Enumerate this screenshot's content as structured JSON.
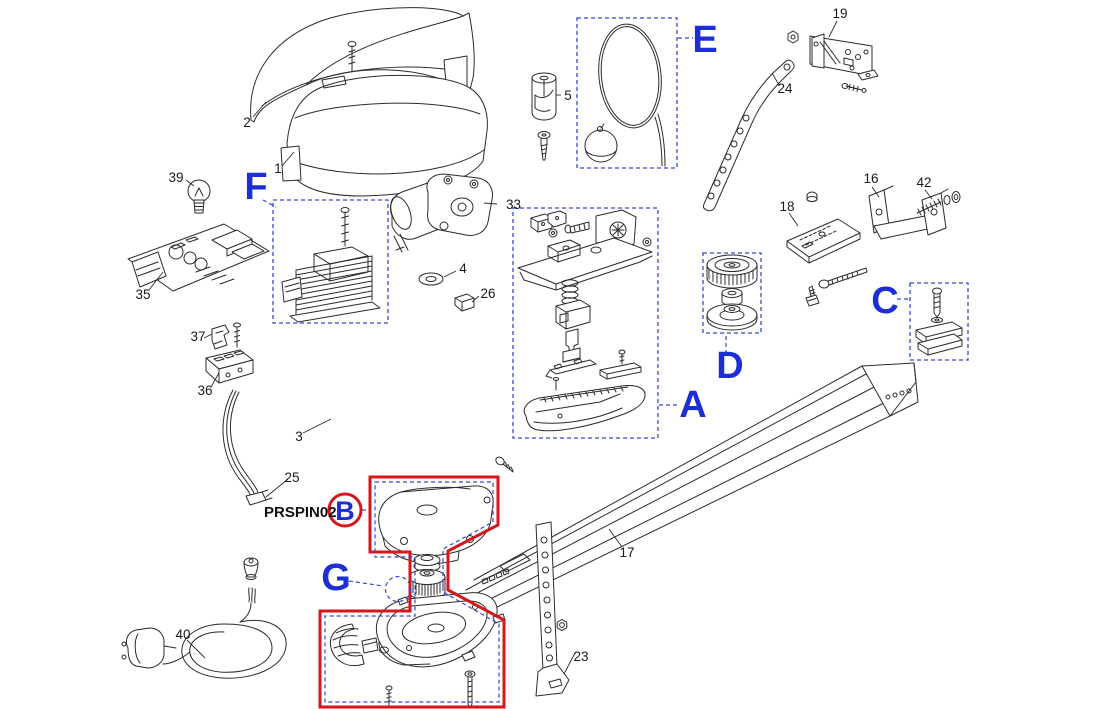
{
  "diagram": {
    "product_code": "PRSPIN02",
    "part_numbers": {
      "p1": "1",
      "p2": "2",
      "p3": "3",
      "p4": "4",
      "p5": "5",
      "p16": "16",
      "p17": "17",
      "p18": "18",
      "p19": "19",
      "p23": "23",
      "p24": "24",
      "p25": "25",
      "p26": "26",
      "p33": "33",
      "p35": "35",
      "p36": "36",
      "p37": "37",
      "p39": "39",
      "p40": "40",
      "p42": "42"
    },
    "callouts": {
      "a": "A",
      "b": "B",
      "c": "C",
      "d": "D",
      "e": "E",
      "f": "F",
      "g": "G"
    },
    "colors": {
      "callout_letter_blue": "#1c2fd4",
      "highlight_red": "#d6161d",
      "callout_box_blue": "#3348d8",
      "line_art": "#2b2b2b",
      "background": "#ffffff"
    }
  }
}
